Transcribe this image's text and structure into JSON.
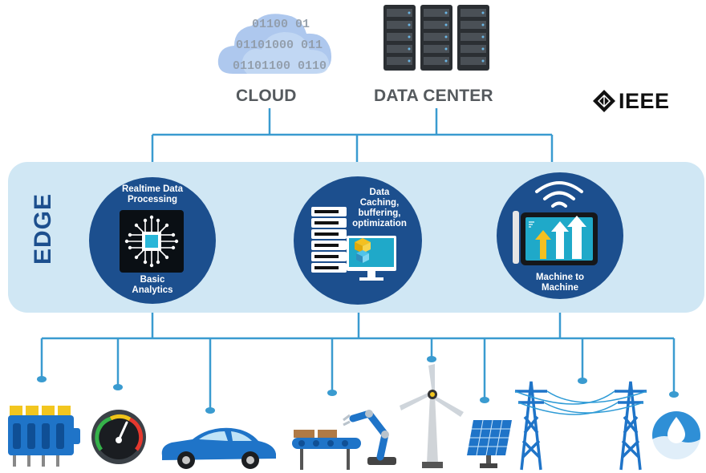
{
  "cloud": {
    "label": "CLOUD",
    "binary_rows": [
      "01100 01",
      "01101000 011",
      "01101100 0110"
    ]
  },
  "data_center": {
    "label": "DATA CENTER"
  },
  "logo": {
    "text": "IEEE"
  },
  "edge": {
    "label": "EDGE",
    "nodes": [
      {
        "title": "Realtime Data Processing",
        "title_lines": [
          "Realtime Data",
          "Processing"
        ],
        "caption_lines": [
          "Basic",
          "Analytics"
        ]
      },
      {
        "caption_lines": [
          "Data",
          "Caching,",
          "buffering,",
          "optimization"
        ]
      },
      {
        "caption_lines": [
          "Machine to",
          "Machine"
        ]
      }
    ]
  },
  "devices": [
    "engine-block",
    "speedometer",
    "car",
    "robot-conveyor",
    "wind-turbine",
    "solar-panel",
    "power-towers",
    "water-drop"
  ],
  "colors": {
    "edge_blue": "#1c4f8e",
    "line_blue": "#3a9bd0",
    "band": "#d0e7f4",
    "label_gray": "#555a5e"
  }
}
